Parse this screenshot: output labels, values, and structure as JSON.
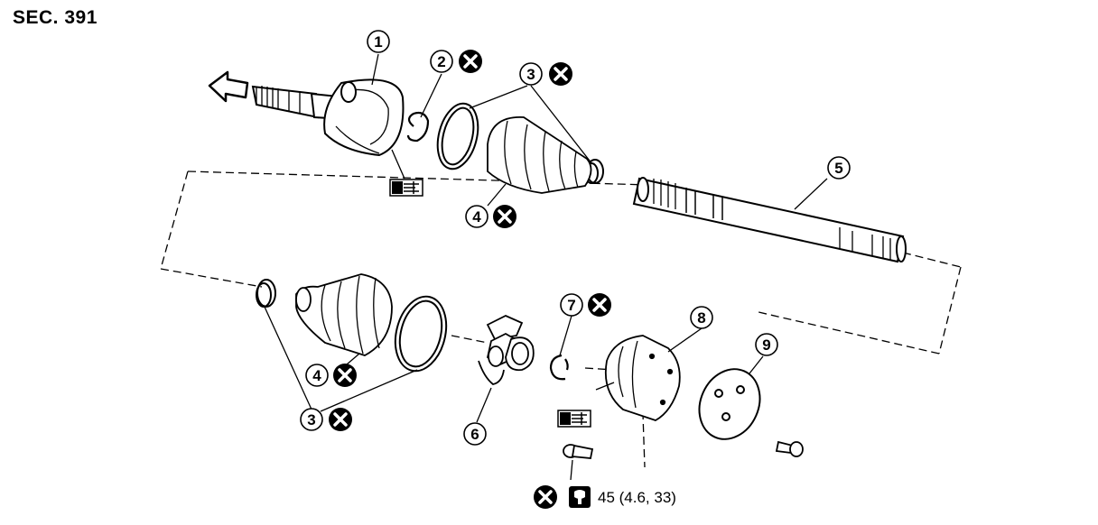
{
  "title": "SEC. 391",
  "callouts": [
    {
      "id": "1",
      "label": "1",
      "replace": false
    },
    {
      "id": "2",
      "label": "2",
      "replace": true
    },
    {
      "id": "3a",
      "label": "3",
      "replace": true
    },
    {
      "id": "4a",
      "label": "4",
      "replace": true
    },
    {
      "id": "5",
      "label": "5",
      "replace": false
    },
    {
      "id": "7",
      "label": "7",
      "replace": true
    },
    {
      "id": "8",
      "label": "8",
      "replace": false
    },
    {
      "id": "9",
      "label": "9",
      "replace": false
    },
    {
      "id": "4b",
      "label": "4",
      "replace": true
    },
    {
      "id": "3b",
      "label": "3",
      "replace": true
    },
    {
      "id": "6",
      "label": "6",
      "replace": false
    }
  ],
  "torque": {
    "text": "45 (4.6, 33)",
    "replace": true,
    "icon": "torque-wrench-icon"
  },
  "symbols": [
    "do-not-reuse-icon",
    "grease-icon",
    "direction-arrow-icon"
  ]
}
